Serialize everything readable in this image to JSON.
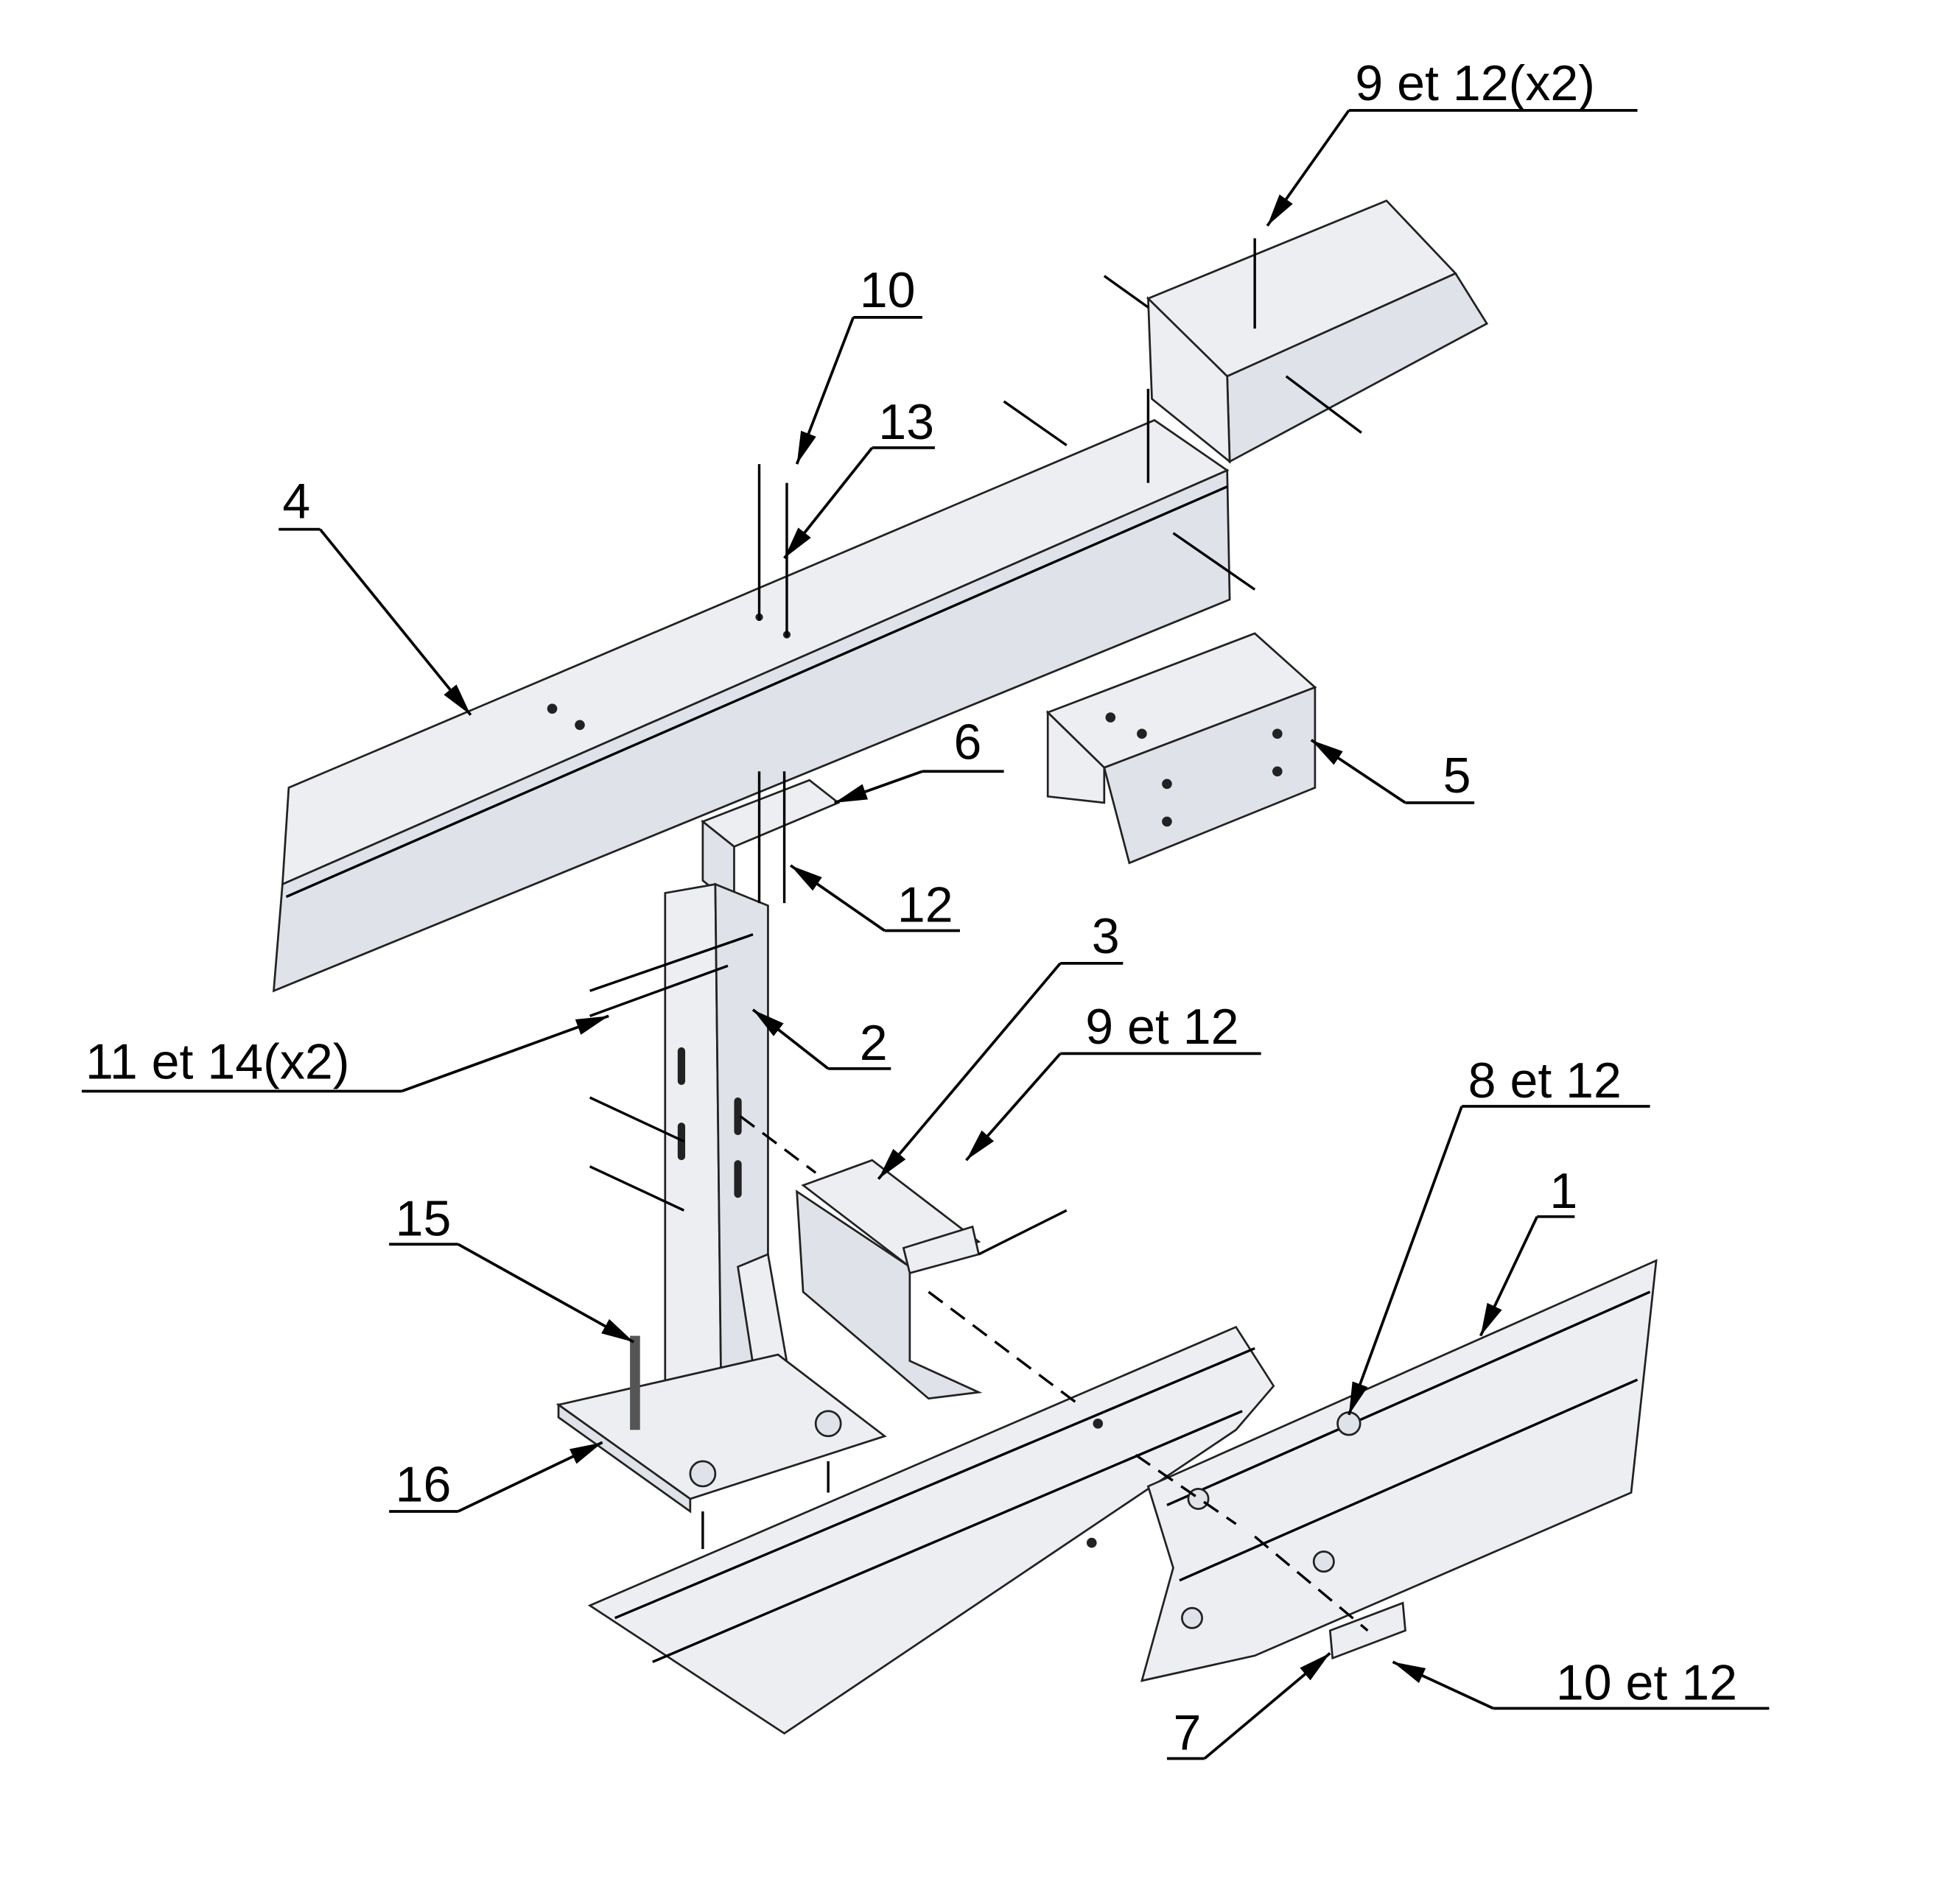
{
  "title": "Exploded assembly view",
  "labels": {
    "l_9_12_x2": "9 et 12(x2)",
    "l_10": "10",
    "l_13": "13",
    "l_4": "4",
    "l_6": "6",
    "l_5": "5",
    "l_12": "12",
    "l_3": "3",
    "l_2": "2",
    "l_9_12": "9 et 12",
    "l_11_14": "11 et 14(x2)",
    "l_8_12": "8 et 12",
    "l_1": "1",
    "l_15": "15",
    "l_16": "16",
    "l_10_12": "10 et 12",
    "l_7": "7"
  }
}
